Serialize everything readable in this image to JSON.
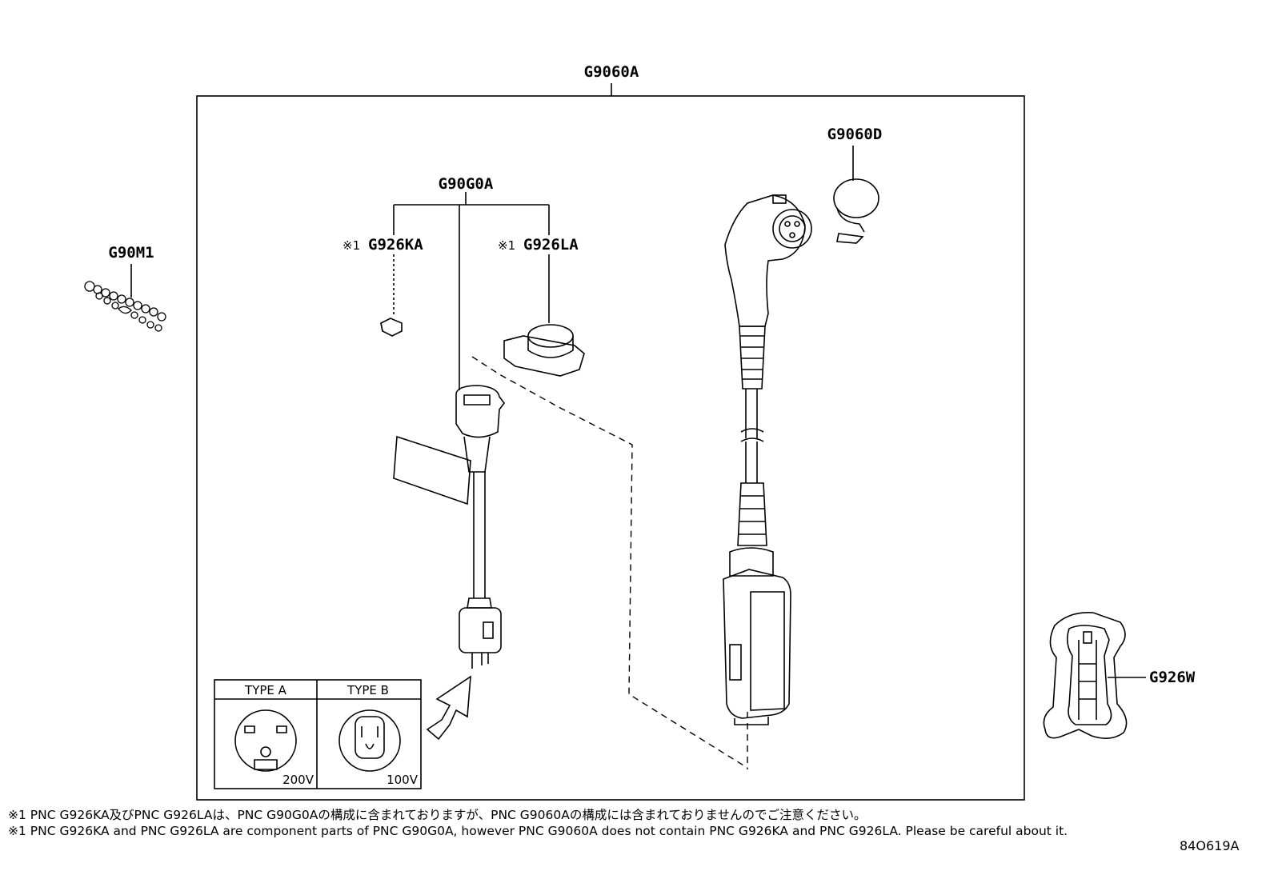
{
  "labels": {
    "assembly": "G9060A",
    "sub_assembly": "G90G0A",
    "part_ka": "G926KA",
    "part_la": "G926LA",
    "cap": "G9060D",
    "chain": "G90M1",
    "holder": "G926W",
    "note_mark": "※1"
  },
  "outlet_table": {
    "type_a": "TYPE A",
    "type_b": "TYPE B",
    "voltage_a": "200V",
    "voltage_b": "100V"
  },
  "notes": {
    "japanese": "※1 PNC G926KA及びPNC G926LAは、PNC G90G0Aの構成に含まれておりますが、PNC G9060Aの構成には含まれておりませんのでご注意ください。",
    "english": "※1 PNC G926KA and PNC G926LA are component parts of PNC G90G0A, however PNC G9060A does not contain PNC G926KA and PNC G926LA. Please be careful about it."
  },
  "figure_code": "84O619A"
}
